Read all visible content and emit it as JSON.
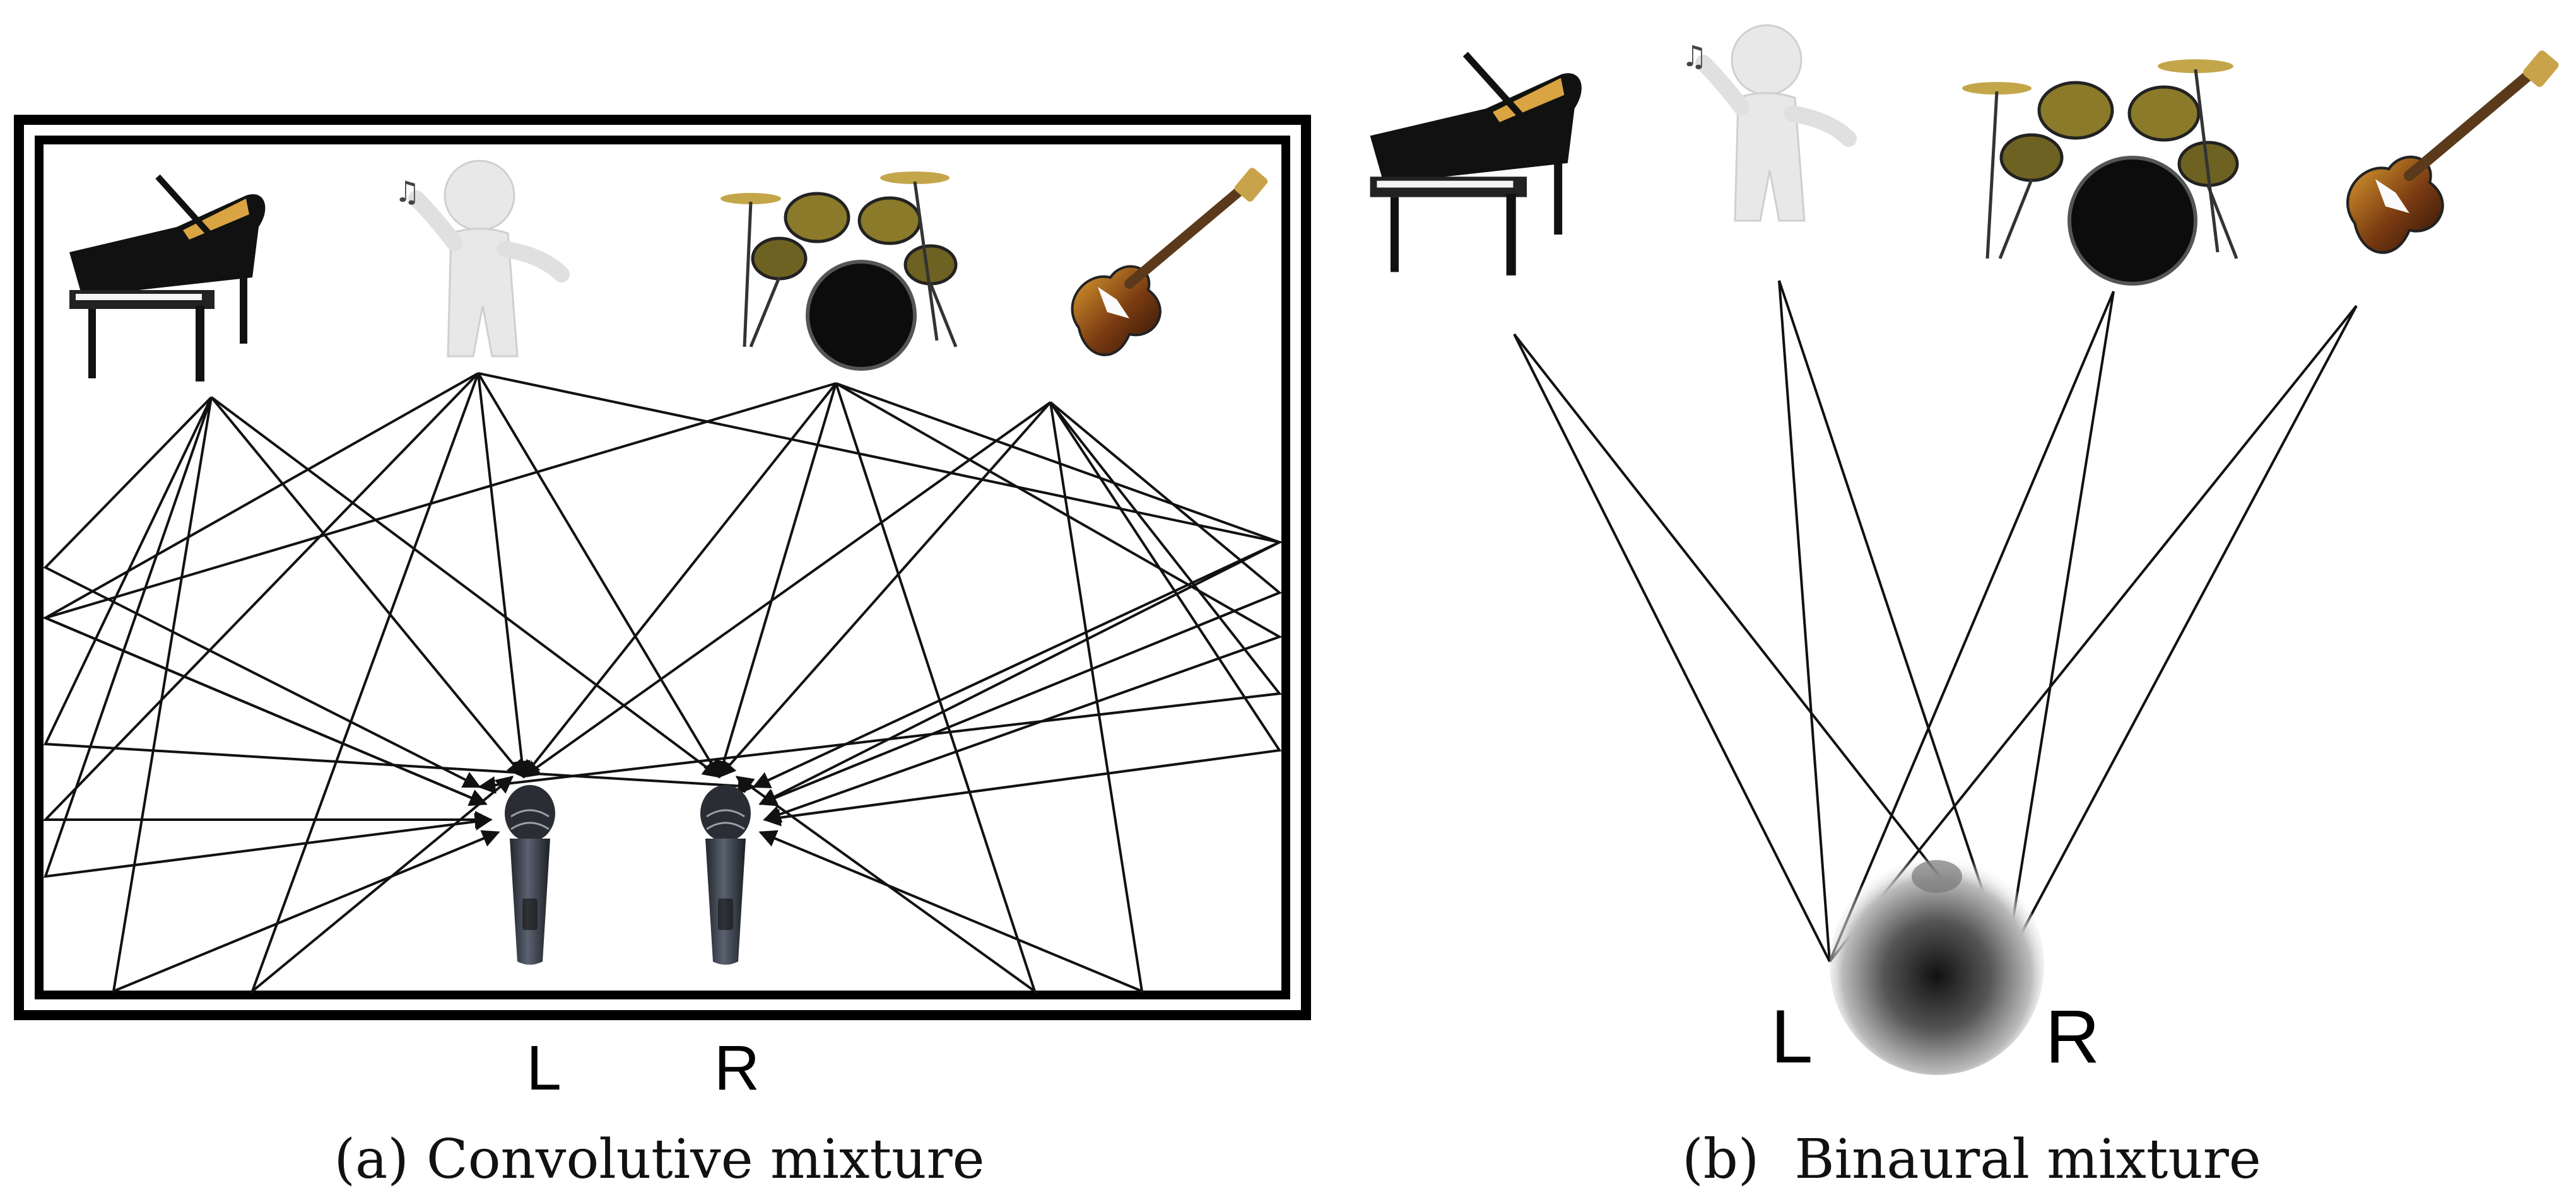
{
  "panels": [
    {
      "id": "a",
      "caption_tag": "(a)",
      "caption_text": "Convolutive mixture",
      "channel_left": "L",
      "channel_right": "R",
      "sources": [
        "piano-icon",
        "singer-icon",
        "drum-kit-icon",
        "bass-guitar-icon"
      ],
      "receivers": [
        "microphone-icon",
        "microphone-icon"
      ]
    },
    {
      "id": "b",
      "caption_tag": "(b)",
      "caption_text": "Binaural mixture",
      "channel_left": "L",
      "channel_right": "R",
      "sources": [
        "piano-icon",
        "singer-icon",
        "drum-kit-icon",
        "bass-guitar-icon"
      ],
      "receivers": [
        "listener-head-icon"
      ]
    }
  ],
  "colors": {
    "line": "#111111",
    "border": "#000000",
    "piano_body": "#111111",
    "piano_wood": "#d9a441",
    "figure_white": "#e8e8e8",
    "drum_brass": "#8a7a2a",
    "guitar_sunburst": "#7a3b12",
    "mic_body": "#3a3f48",
    "head_dark": "#1a1a1a"
  }
}
